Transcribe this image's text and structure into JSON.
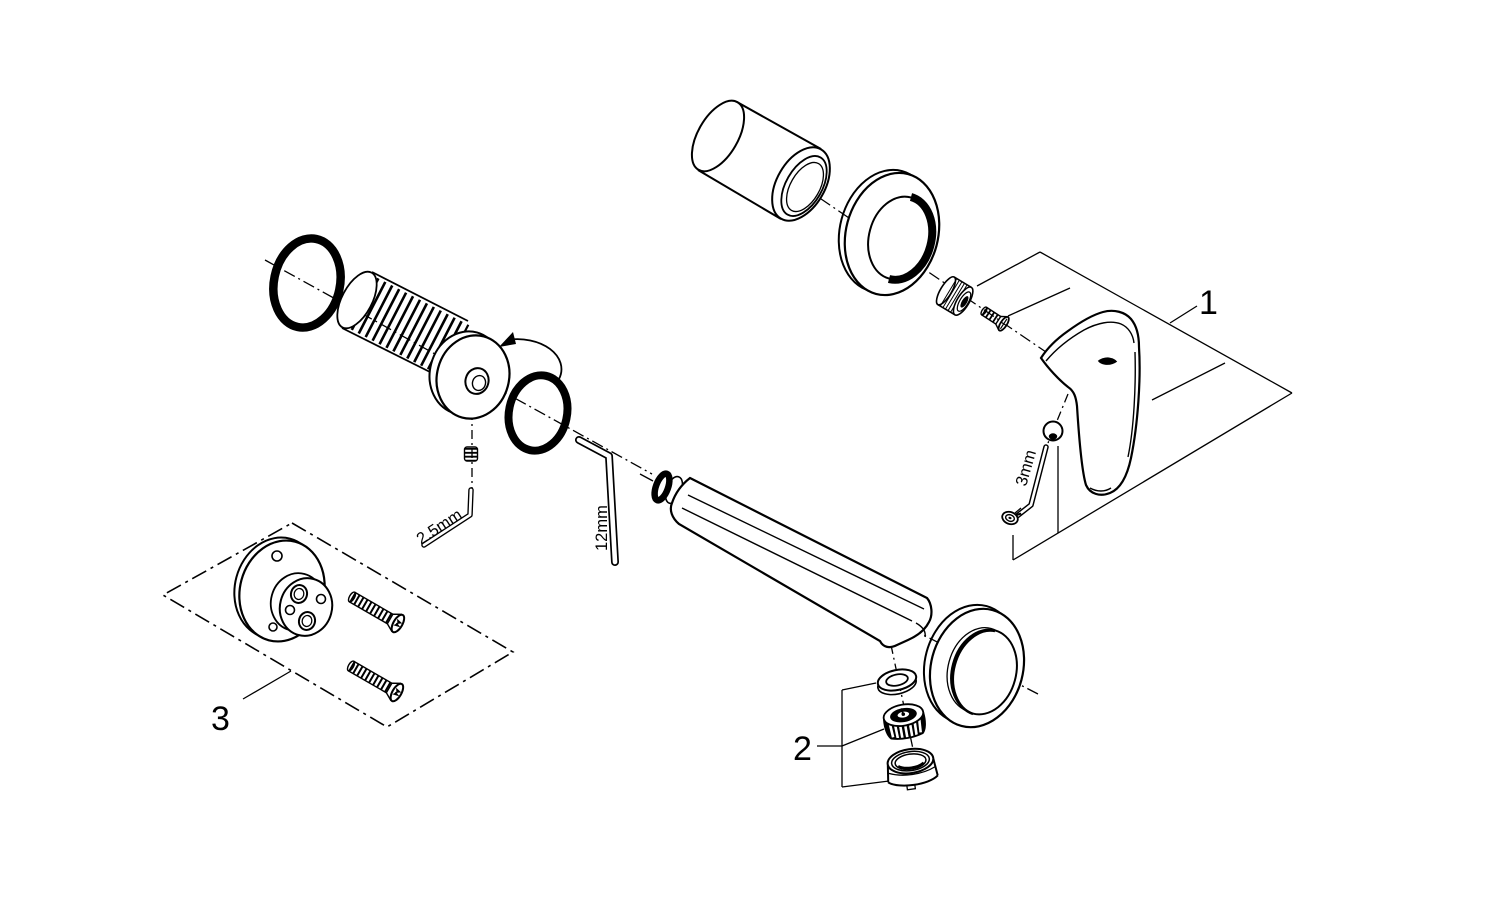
{
  "canvas": {
    "background": "#ffffff",
    "line_color": "#000000"
  },
  "callouts": {
    "group1": "1",
    "group2": "2",
    "group3": "3"
  },
  "tool_labels": {
    "grub_screw_hex_key": "2.5mm",
    "spout_hex_key": "12mm",
    "handle_hex_key": "3mm"
  },
  "icons": {
    "handle_logo": "grohe-wing-logo"
  }
}
